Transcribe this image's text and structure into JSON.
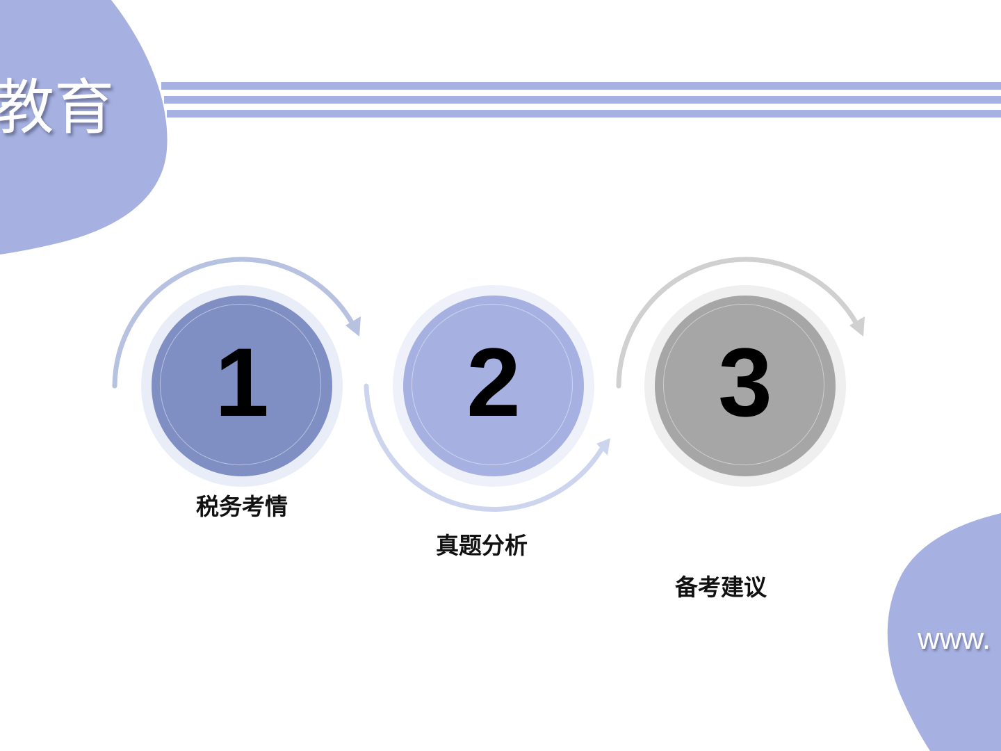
{
  "brand": {
    "title_visible": "教育",
    "url_visible": "www."
  },
  "colors": {
    "accent": "#A6B1E1",
    "step1": "#7F8FC3",
    "step2": "#A6B1E1",
    "step3": "#A6A6A6",
    "arrow_blue": "#B7C1E0",
    "arrow_gray": "#D0D0D0",
    "halo_blue": "#E9EDF8",
    "halo_gray": "#EEEEEE"
  },
  "steps": [
    {
      "number": "1",
      "label": "税务考情",
      "color": "#7F8FC3"
    },
    {
      "number": "2",
      "label": "真题分析",
      "color": "#A6B1E1"
    },
    {
      "number": "3",
      "label": "备考建议",
      "color": "#A6A6A6"
    }
  ]
}
